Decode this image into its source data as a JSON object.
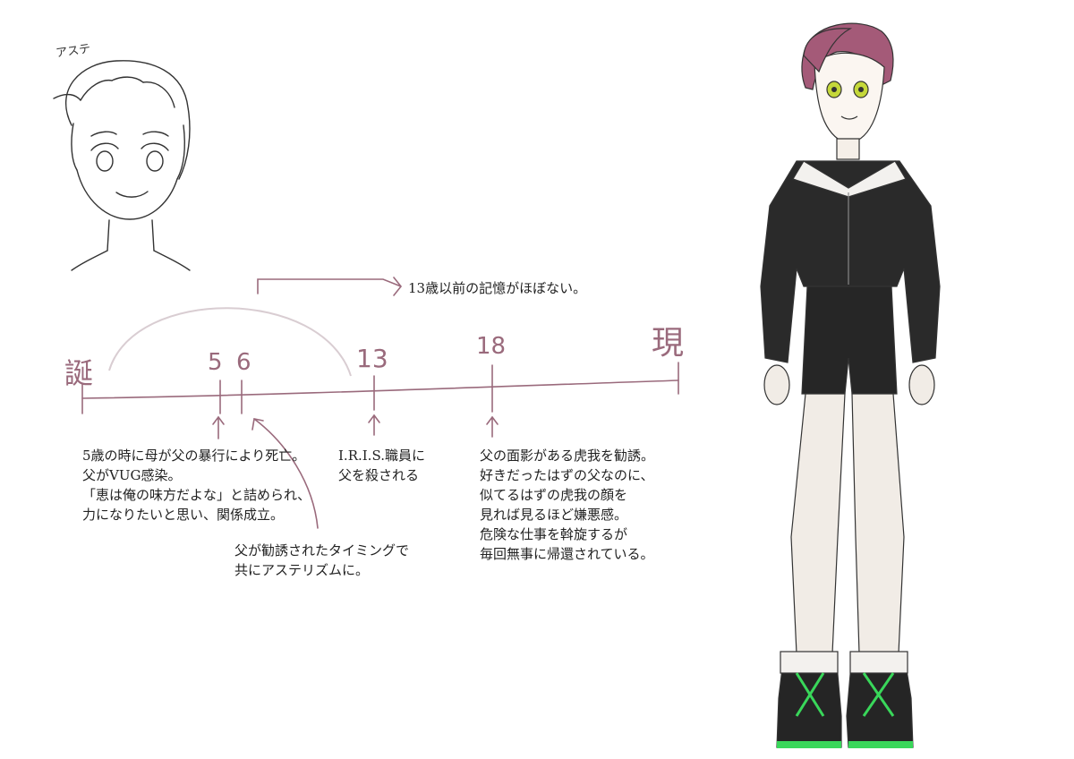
{
  "sketch": {
    "name_label": "アステ"
  },
  "timeline": {
    "start_label": "誕",
    "end_label": "現",
    "ages": [
      "5",
      "6",
      "13",
      "18"
    ],
    "memory_note": "13歳以前の記憶がほぼない。"
  },
  "notes": {
    "age5": [
      "5歳の時に母が父の暴行により死亡。",
      "父がVUG感染。",
      "「恵は俺の味方だよな」と詰められ、",
      "力になりたいと思い、関係成立。"
    ],
    "age6": [
      "父が勧誘されたタイミングで",
      "共にアステリズムに。"
    ],
    "age13": [
      "I.R.I.S.職員に",
      "父を殺される"
    ],
    "age18": [
      "父の面影がある虎我を勧誘。",
      "好きだったはずの父なのに、",
      "似てるはずの虎我の顔を",
      "見れば見るほど嫌悪感。",
      "危険な仕事を斡旋するが",
      "毎回無事に帰還されている。"
    ]
  },
  "colors": {
    "timeline": "#9a6a7c",
    "hair": "#a45a78",
    "outfit": "#222222",
    "accent": "#39d75a"
  }
}
